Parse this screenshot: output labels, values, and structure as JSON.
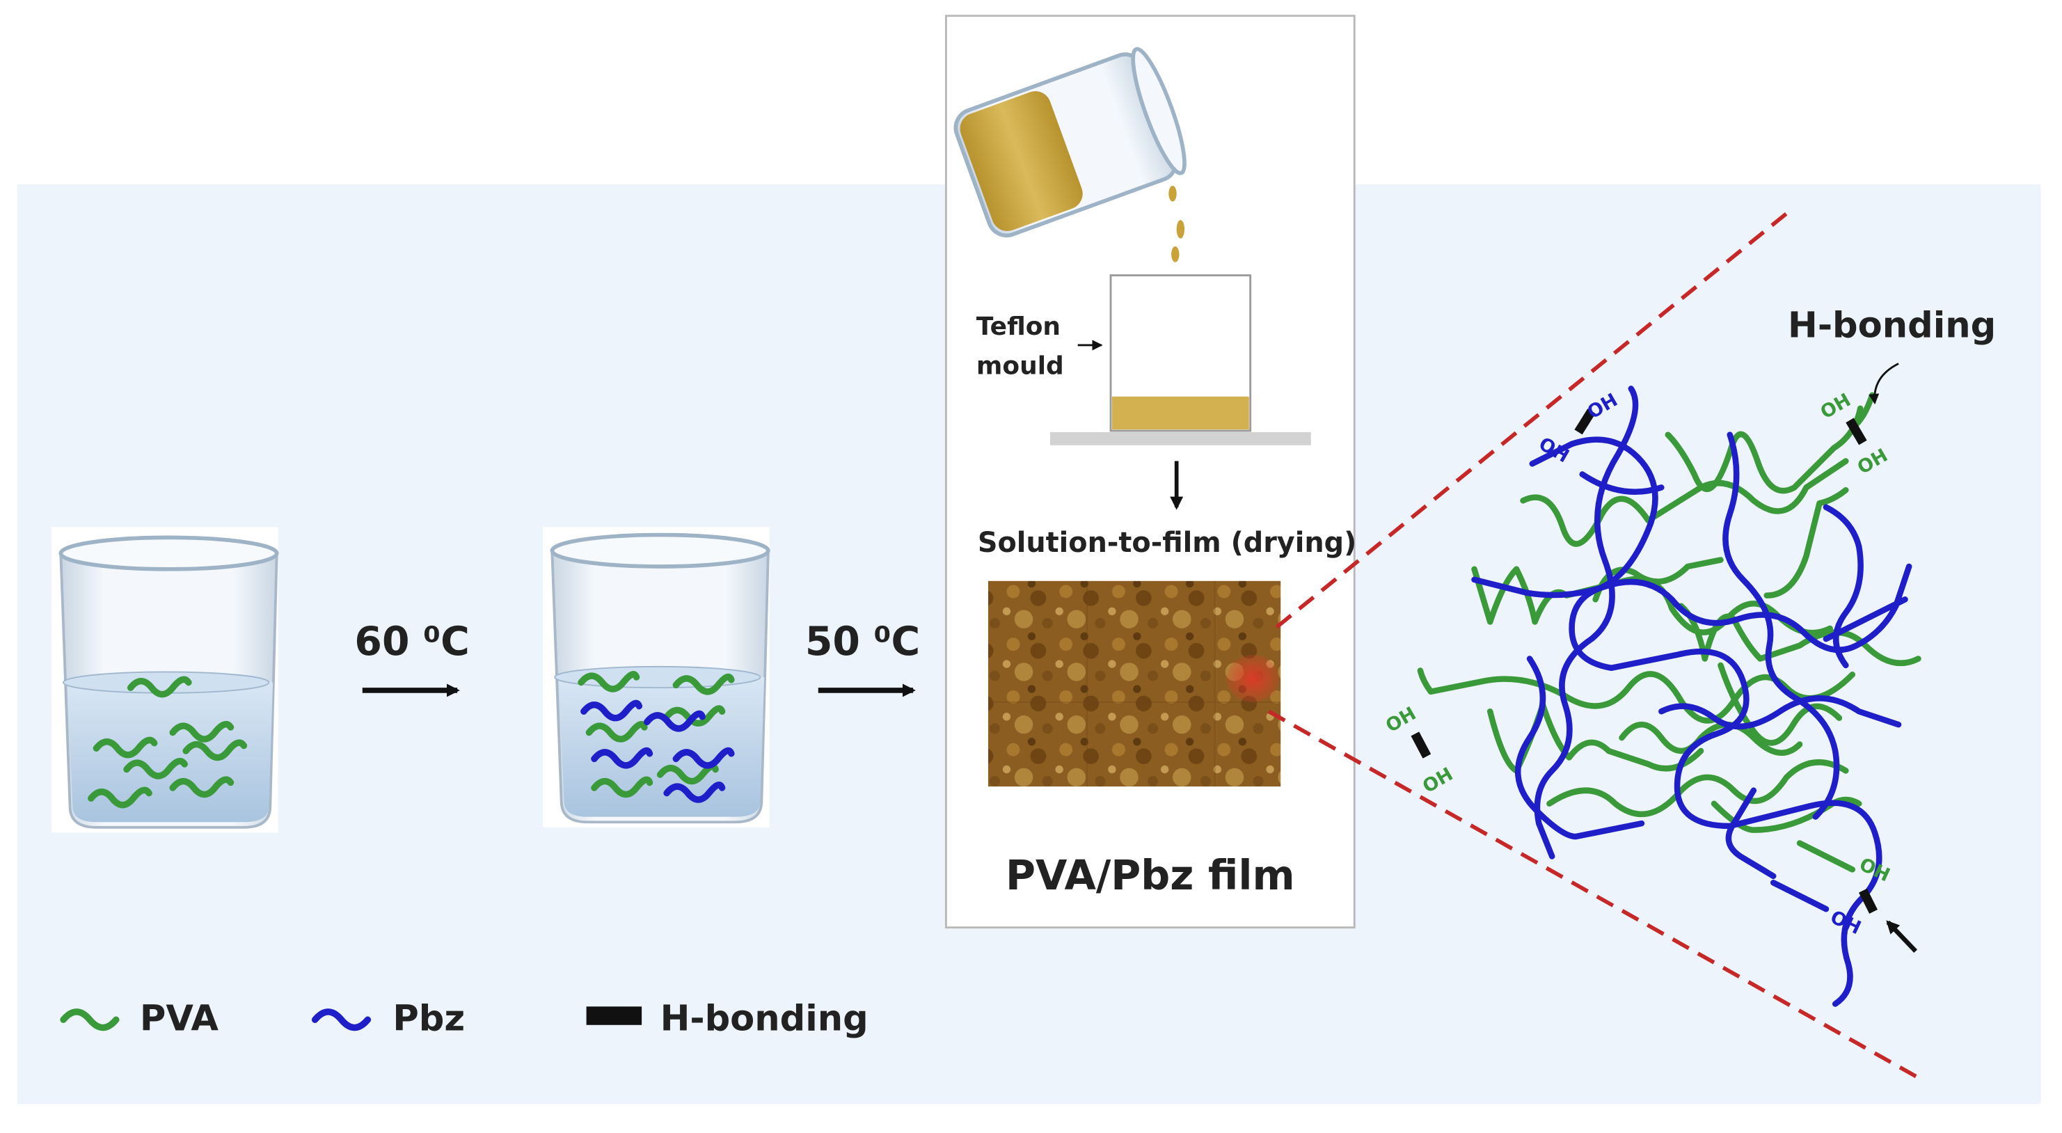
{
  "colors": {
    "background_panel": "#eef4fb",
    "pva": "#3a9a3a",
    "pbz": "#1f1fc9",
    "h_bond": "#111111",
    "zoom_lines": "#c62828",
    "solution": "#d2b04a",
    "film": "#8a5a1c",
    "beaker_liquid": "#b7cfe6"
  },
  "steps": {
    "step1_temp": "60 ⁰C",
    "step2_temp": "50 ⁰C"
  },
  "casting": {
    "mould_label_line1": "Teflon",
    "mould_label_line2": "mould",
    "drying_label": "Solution-to-film (drying)",
    "film_label": "PVA/Pbz film"
  },
  "network": {
    "h_bonding_label": "H-bonding",
    "oh_label": "OH"
  },
  "legend": {
    "pva_label": "PVA",
    "pbz_label": "Pbz",
    "hbond_label": "H-bonding"
  },
  "icons": [
    "beaker-icon",
    "arrow-right-icon",
    "arrow-down-icon",
    "pour-beaker-icon",
    "teflon-mould-icon"
  ]
}
